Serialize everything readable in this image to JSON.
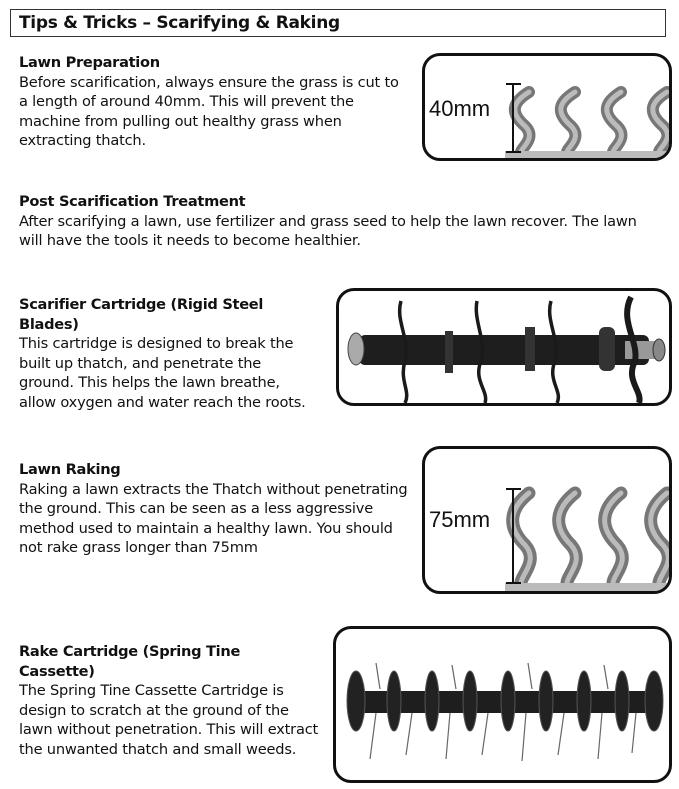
{
  "header": {
    "title": "Tips & Tricks – Scarifying & Raking"
  },
  "sections": [
    {
      "title": "Lawn Preparation",
      "body": "Before scarification, always ensure the grass is cut to a length of around 40mm. This will prevent the machine from pulling out healthy grass when extracting thatch.",
      "figure_label": "40mm"
    },
    {
      "title": "Post Scarification Treatment",
      "body": "After scarifying a lawn, use fertilizer and grass seed to help the lawn recover. The lawn will have the tools it needs to become healthier."
    },
    {
      "title": "Scarifier Cartridge (Rigid Steel Blades)",
      "body": "This cartridge is designed to break the built up thatch, and penetrate the ground. This helps the lawn breathe, allow oxygen and water reach the roots."
    },
    {
      "title": "Lawn Raking",
      "body": "Raking a lawn extracts the Thatch without penetrating the ground. This can be seen as a less aggressive method used to maintain a healthy lawn. You should not rake grass longer than 75mm",
      "figure_label": "75mm"
    },
    {
      "title": "Rake Cartridge (Spring Tine Cassette)",
      "body": "The Spring Tine Cassette Cartridge is design to scratch at the ground of the lawn without penetration. This will extract the unwanted thatch and small weeds."
    }
  ]
}
